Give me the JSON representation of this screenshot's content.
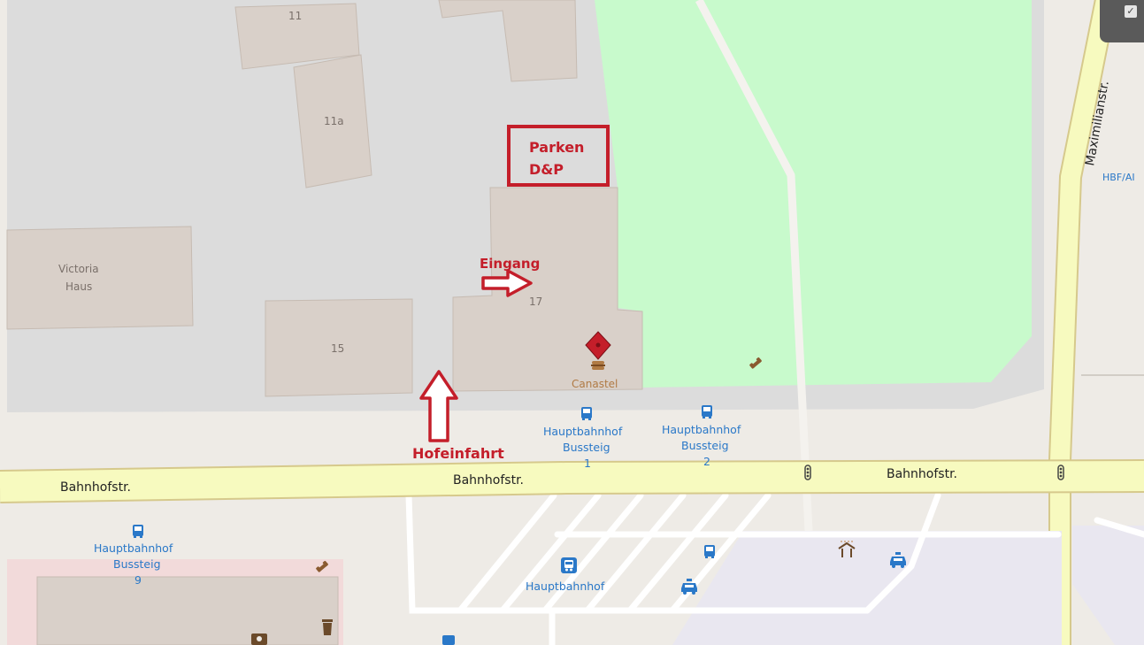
{
  "buildings": {
    "b11": "11",
    "b11a": "11a",
    "victoria": [
      "Victoria",
      "Haus"
    ],
    "b15": "15",
    "b17": "17"
  },
  "streets": {
    "bahnhofstr": "Bahnhofstr.",
    "maximilianstr": "Maximilianstr.",
    "hbf_cut": "HBF/AI"
  },
  "bus_stops": {
    "bussteig1": [
      "Hauptbahnhof",
      "Bussteig",
      "1"
    ],
    "bussteig2": [
      "Hauptbahnhof",
      "Bussteig",
      "2"
    ],
    "bussteig9": [
      "Hauptbahnhof",
      "Bussteig",
      "9"
    ],
    "station": "Hauptbahnhof"
  },
  "poi": {
    "restaurant": "Canastel"
  },
  "annotations": {
    "parking": [
      "Parken",
      "D&P"
    ],
    "entrance": "Eingang",
    "driveway": "Hofeinfahrt"
  },
  "colors": {
    "base": "#eeebe6",
    "residential": "#dcdcdc",
    "building": "#d9d0c9",
    "park": "#c8facc",
    "road_yellow": "#f7fabf",
    "road_casing": "#d6c98c",
    "path": "#ffffff",
    "bus_station_area": "#e9e7f0",
    "retail": "#f2dada",
    "annotation_red": "#c41e2a",
    "bus_blue": "#2a78c8",
    "map_control": "#5a5a5a"
  },
  "icons": [
    "bus-stop-icon",
    "bus-station-icon",
    "taxi-icon",
    "phone-icon",
    "shelter-icon",
    "traffic-signal-icon",
    "waste-basket-icon",
    "restaurant-marker-icon",
    "map-control-check-icon"
  ]
}
